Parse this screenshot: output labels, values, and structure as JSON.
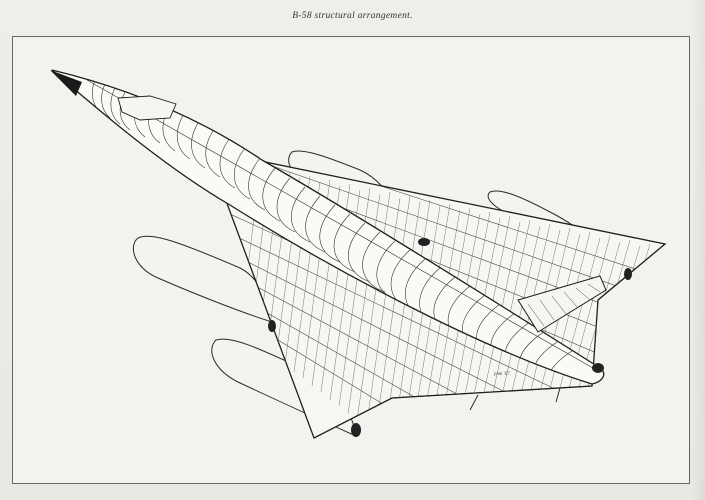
{
  "caption": "B-58 structural arrangement.",
  "illustration": {
    "subject": "B-58 structural arrangement",
    "signature": "pmk '67"
  }
}
